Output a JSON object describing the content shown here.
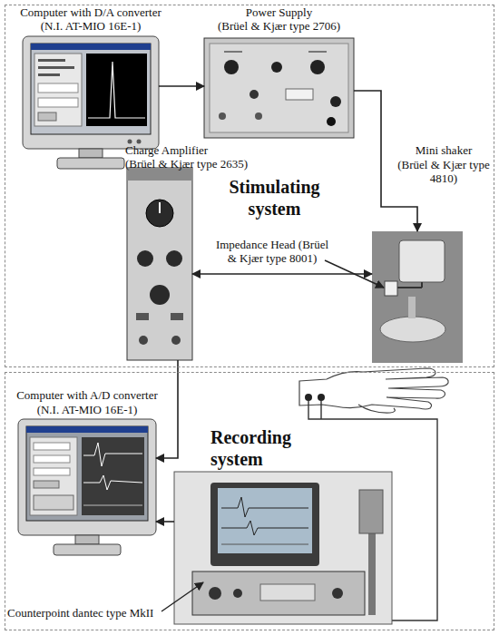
{
  "diagram": {
    "nodes": [
      {
        "text": [
          "Stimulating system"
        ]
      },
      {
        "text": [
          "Computer with D/A converter",
          "(N.I. AT-MIO 16E-1)"
        ],
        "in": 0
      },
      {
        "text": [
          "Power Supply",
          "(Brüel & Kjær type 2706)"
        ],
        "in": 0
      },
      {
        "text": [
          "Charge Amplifier",
          "(Brüel & Kjær type 2635)"
        ],
        "in": 0
      },
      {
        "text": [
          "Mini shaker",
          "(Brüel & Kjær type 4810)"
        ],
        "in": 0
      },
      {
        "text": [
          "Recording system"
        ]
      },
      {
        "text": [
          "Computer with A/D converter",
          "(N.I. AT-MIO 16E-1)"
        ],
        "in": 5
      },
      {
        "text": [
          "Counterpoint dantec type MkII"
        ],
        "in": 5
      }
    ],
    "edges": [
      {
        "from": 1,
        "to": 2,
        "arrow": "to"
      },
      {
        "from": 2,
        "to": 4,
        "arrow": "to"
      },
      {
        "from": 3,
        "to": 4,
        "arrow": "both"
      },
      {
        "from": 3,
        "to": 6,
        "arrow": "to"
      },
      {
        "from": 7,
        "to": 6,
        "arrow": "to"
      }
    ],
    "labels": [
      "Impedance Head (Brüel & Kjær type 8001)"
    ]
  }
}
